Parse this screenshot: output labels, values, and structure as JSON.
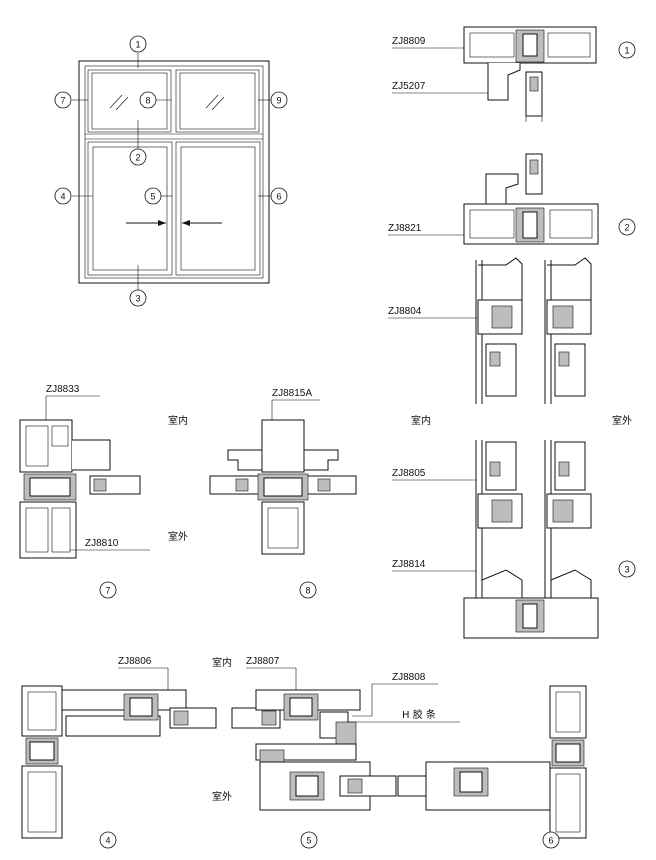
{
  "callouts": [
    "1",
    "2",
    "3",
    "4",
    "5",
    "6",
    "7",
    "8",
    "9"
  ],
  "section_numbers": [
    "1",
    "2",
    "3",
    "4",
    "5",
    "6",
    "7",
    "8"
  ],
  "profiles": {
    "zj8809": "ZJ8809",
    "zj5207": "ZJ5207",
    "zj8821": "ZJ8821",
    "zj8804": "ZJ8804",
    "zj8805": "ZJ8805",
    "zj8814": "ZJ8814",
    "zj8833": "ZJ8833",
    "zj8815a": "ZJ8815A",
    "zj8810": "ZJ8810",
    "zj8806": "ZJ8806",
    "zj8807": "ZJ8807",
    "zj8808": "ZJ8808"
  },
  "labels": {
    "indoor": "室内",
    "outdoor": "室外",
    "h_strip": "H 胶 条"
  }
}
